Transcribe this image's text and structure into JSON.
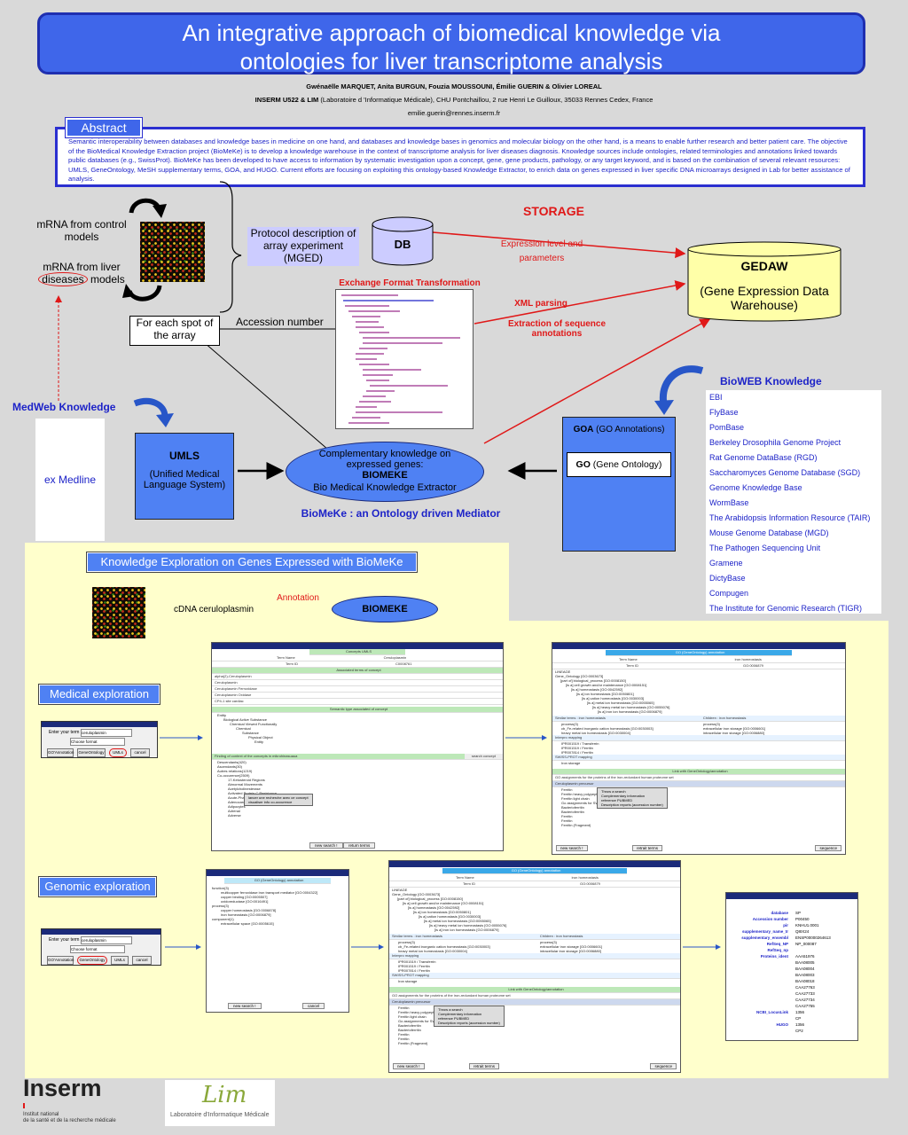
{
  "title": {
    "line1": "An integrative approach of biomedical knowledge via",
    "line2": "ontologies for liver transcriptome analysis"
  },
  "authors": {
    "names": "Gwénaëlle MARQUET, Anita BURGUN, Fouzia MOUSSOUNI, Émilie GUERIN & Olivier LOREAL",
    "affiliation_bold": "INSERM U522 & LIM",
    "affiliation_rest": " (Laboratoire d 'Informatique Médicale), CHU Pontchaillou, 2 rue Henri Le Guilloux, 35033 Rennes Cedex, France",
    "email": "emilie.guerin@rennes.inserm.fr"
  },
  "abstract": {
    "tab": "Abstract",
    "text": "Semantic interoperability between databases and knowledge bases in medicine on one hand, and databases and knowledge bases in genomics and molecular biology on the other hand, is a means to enable further research and better patient care. The objective of the BioMedical Knowledge Extraction project (BioMeKe) is to develop a knowledge warehouse in the context of transcriptome analysis for liver diseases diagnosis. Knowledge sources include ontologies, related terminologies and annotations linked towards public databases (e.g., SwissProt). BioMeKe has been developed to have access to information by systematic investigation upon a concept, gene, gene products, pathology, or any target keyword, and is based on the combination of several relevant resources: UMLS, GeneOntology, MeSH supplementary terms, GOA, and HUGO. Current efforts are focusing on exploiting this ontology-based Knowledge Extractor, to enrich data on genes expressed in liver specific DNA microarrays designed in Lab for better assistance of analysis."
  },
  "diagram": {
    "mrna_control": "mRNA from control models",
    "mrna_liver_1": "mRNA from liver",
    "mrna_liver_2a": "diseases",
    "mrna_liver_2b": " models",
    "protocol": "Protocol description of array experiment (MGED)",
    "db": "DB",
    "storage": "STORAGE",
    "expression_level": "Expression level and parameters",
    "gedaw_title": "GEDAW",
    "gedaw_sub": "(Gene Expression Data Warehouse)",
    "exchange_format": "Exchange Format Transformation",
    "xml_parsing": "XML parsing",
    "extraction": "Extraction of sequence annotations",
    "for_each_spot": "For each spot of the array",
    "accession_number": "Accession number",
    "medweb": "MedWeb Knowledge",
    "ex_medline": "ex Medline",
    "umls_title": "UMLS",
    "umls_sub": "(Unified Medical Language System)",
    "biomeke_l1": "Complementary knowledge on expressed genes:",
    "biomeke_l2": "BIOMEKE",
    "biomeke_l3": "Bio Medical Knowledge Extractor",
    "biomeke_caption": "BioMeKe : an Ontology driven Mediator",
    "goa_bold": "GOA",
    "goa_rest": " (GO Annotations)",
    "go_bold": "GO",
    "go_rest": " (Gene Ontology)",
    "bioweb": "BioWEB Knowledge",
    "bioweb_items": [
      "EBI",
      "FlyBase",
      "PomBase",
      "Berkeley Drosophila Genome Project",
      "Rat Genome DataBase (RGD)",
      "Saccharomyces Genome Database (SGD)",
      "Genome Knowledge Base",
      "WormBase",
      "The Arabidopsis Information Resource (TAIR)",
      "Mouse Genome Database (MGD)",
      "The Pathogen Sequencing Unit",
      "Gramene",
      "DictyBase",
      "Compugen",
      "The Institute for Genomic Research (TIGR)"
    ]
  },
  "exploration": {
    "header": "Knowledge Exploration on Genes Expressed with BioMeKe",
    "annotation": "Annotation",
    "cdna": "cDNA ceruloplasmin",
    "biomeke": "BIOMEKE",
    "medical": "Medical exploration",
    "genomic": "Genomic exploration",
    "dialog": {
      "title": "BioMeKe",
      "enter_term": "Enter your term :",
      "term_value": "ceruloplasmin",
      "choose_format": "Choose format",
      "btn_goa": "GO'Annotation",
      "btn_go": "GeneOntology",
      "btn_umls": "UMLs",
      "btn_cancel": "cancel"
    },
    "umls_window": {
      "title": "BioMeKe",
      "header": "Concepts UMLS",
      "term_name": "Term Name",
      "term_name_val": "Ceruloplasmin",
      "term_id": "Term ID",
      "term_id_val": "C0008761",
      "assoc": "Associated terms of concept",
      "terms": [
        "alpha(2)-Ceruloplasmin",
        "Ceruloplasmin",
        "Ceruloplasmin Ferroxidase",
        "Ceruloplasmin Oxidase",
        "CP4-1 site cardiac"
      ],
      "semantic": "Semantic type associated of concept",
      "tree": [
        "Entity",
        "Biological Active Substance",
        "Chemical Viewed Functionally",
        "Chemical",
        "Substance",
        "Physical Object",
        "Entity"
      ],
      "finding": "Finding of context of the concepts in mikrohinasuaua",
      "search_concept": "search concept",
      "items": [
        "Descendants(420)",
        "Ascendants(30)",
        "Autres relations(1219)",
        "Co-occurence(2509)",
        "17-Ketosteroid Regions",
        "Abnormal Movements",
        "Acetylcholinesterase",
        "Activated Protein C Resistance",
        "Acute-Phase Reaction",
        "Adenocarcinoma, Follicular",
        "Adipocytes",
        "Adrenal",
        "Adverse"
      ],
      "popup": [
        "lancer une recherche avec ce concept",
        "visualiser info co-occurence"
      ],
      "new_search": "new search !",
      "return_terms": "return terms"
    },
    "go_window": {
      "title": "BioMeKe",
      "header": "GO (GeneOntology) annotation",
      "term_name": "Term Name",
      "term_name_val": "iron homeostasis",
      "term_id": "Term ID",
      "term_id_val": "GO:0006879",
      "lineage": [
        "LINEAGE",
        "Gene_Ontology [GO:0003673]",
        "[part of] biological_process [GO:0008150]",
        "[is a] cell growth and/or maintenance [GO:0008151]",
        "[is a] homeostasis [GO:0042592]",
        "[is a] ion homeostasis [GO:0050801]",
        "[is a] cation homeostasis [GO:0030003]",
        "[is a] metal ion homeostasis [GO:0055065]",
        "[is a] heavy metal ion homeostasis [GO:0055076]",
        "[is a] iron ion homeostasis [GO:0006879]"
      ],
      "similar": "Similar terms : iron homeostasis",
      "children": "Children : iron homeostasis",
      "similar_items": [
        "process(3)",
        "cb_Fe-related inorganic cation homeostasis [GO:0030003]",
        "heavy metal ion homeostasis [GO:0030004]"
      ],
      "children_items": [
        "process(3)",
        "extracellular iron storage [GO:0006601]",
        "intracellular iron storage [GO:0006880]"
      ],
      "mapping": "Interpro mapping",
      "map_items": [
        "IPR001519 / Transferrin",
        "IPR001519 / Ferritin",
        "IPR007814 / Ferritin"
      ],
      "swiss": "SWISS-PROT mapping",
      "swiss_val": "Iron storage",
      "link": "Link with GeneOntology/annotation",
      "assign": "GO assignments for the proteins of the iron-redundant human proteome set",
      "ceruloplasmin": "Ceruloplasmin precursor",
      "rows": [
        "Ferritin",
        "Ferritin heavy polypeptide",
        "Ferritin light chain",
        "Go assignments for SWISS",
        "Bacterioferritin",
        "Bacterioferritin",
        "Ferritin",
        "Ferritin",
        "Ferritin (Fragment)"
      ],
      "popup": [
        "Throw a search",
        "Complementary information",
        "reference PUBMED",
        "Description reports (accession number)"
      ],
      "new_search": "new search !",
      "retrait_terms": "retrait terms",
      "sequence": "sequence"
    },
    "gene_window": {
      "title": "BioMeKe",
      "header": "GO (GeneOntology) annotation",
      "lines": [
        "function(3)",
        "multicopper ferroxidase iron transport mediator [GO:0004322]",
        "copper binding [GO:0005507]",
        "oxidoreductase [GO:0016491]",
        "process(3)",
        "copper homeostasis [GO:0006878]",
        "iron homeostasis [GO:0006879]",
        "component(1)",
        "extracellular space [GO:0005615]"
      ],
      "new_search": "new search !",
      "cancel": "cancel"
    },
    "sp_window": {
      "title": "BioMeKe",
      "fields": [
        [
          "database",
          "SP"
        ],
        [
          "Accession number",
          "P00450"
        ],
        [
          "pir",
          "KNHU1.0001"
        ],
        [
          "supplementary_name_tr",
          "Q8IX24"
        ],
        [
          "supplementary_ensembl",
          "ENSP00000264613"
        ],
        [
          "RefSeq_NP",
          "NP_000087"
        ],
        [
          "RefSeq_np",
          ""
        ],
        [
          "Proteins_ident",
          "AAA51976"
        ]
      ],
      "protein_ids": [
        "BAA08005",
        "BAA08004",
        "BAA08003",
        "BAA08018",
        "CAA27763",
        "CAA27733",
        "CAA27734",
        "CAA27755"
      ],
      "ncbi_label": "NCBI_LocusLink",
      "ncbi": [
        "1356",
        "CP"
      ],
      "hugo_label": "HUGO",
      "hugo": [
        "1356",
        "CP2"
      ]
    }
  },
  "footer": {
    "inserm": "Inserm",
    "inserm_sub1": "Institut national",
    "inserm_sub2": "de la santé et de la recherche médicale",
    "lim_logo": "Lim",
    "lim_sub": "Laboratoire d'Informatique Médicale"
  },
  "colors": {
    "title_blue": "#3f66ea",
    "dark_blue": "#1d23c8",
    "red": "#e01818",
    "box_blue": "#4f81f3",
    "cream": "#ffffcc",
    "gedaw_yellow": "#ffffa8"
  }
}
